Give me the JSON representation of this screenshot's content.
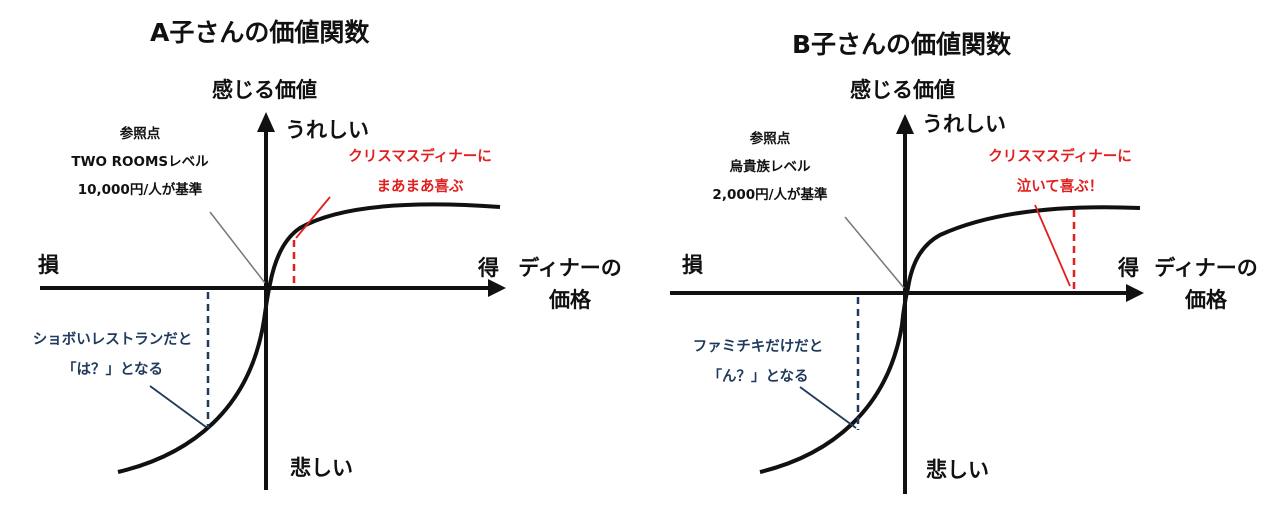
{
  "panels": [
    {
      "title": "A子さんの価値関数",
      "y_axis_label": "感じる価値",
      "top_label": "うれしい",
      "bottom_label": "悲しい",
      "left_label": "損",
      "right_label": "得",
      "x_axis_label_line1": "ディナーの",
      "x_axis_label_line2": "価格",
      "reference": {
        "line1": "参照点",
        "line2": "TWO ROOMSレベル",
        "line3": "10,000円/人が基準"
      },
      "positive_note": {
        "line1": "クリスマスディナーに",
        "line2": "まあまあ喜ぶ"
      },
      "negative_note": {
        "line1": "ショボいレストランだと",
        "line2": "「は？」となる"
      },
      "colors": {
        "positive": "#e01f1f",
        "negative": "#1f3a5c",
        "curve": "#111111"
      }
    },
    {
      "title": "B子さんの価値関数",
      "y_axis_label": "感じる価値",
      "top_label": "うれしい",
      "bottom_label": "悲しい",
      "left_label": "損",
      "right_label": "得",
      "x_axis_label_line1": "ディナーの",
      "x_axis_label_line2": "価格",
      "reference": {
        "line1": "参照点",
        "line2": "烏貴族レベル",
        "line3": "2,000円/人が基準"
      },
      "positive_note": {
        "line1": "クリスマスディナーに",
        "line2": "泣いて喜ぶ！"
      },
      "negative_note": {
        "line1": "ファミチキだけだと",
        "line2": "「ん？」となる"
      },
      "colors": {
        "positive": "#e01f1f",
        "negative": "#1f3a5c",
        "curve": "#111111"
      }
    }
  ]
}
